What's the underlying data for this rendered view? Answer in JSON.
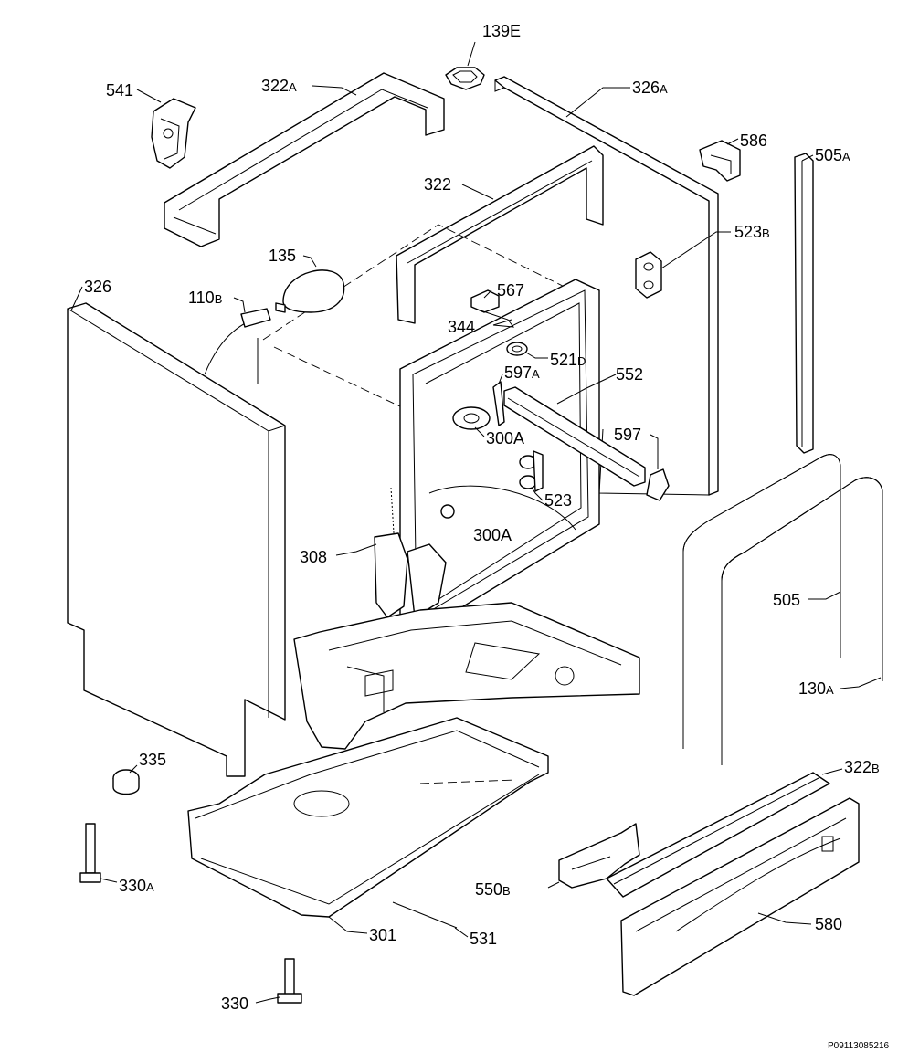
{
  "labels": {
    "p139E": "139E",
    "p541": "541",
    "p322A": "322",
    "p322A_suffix": "A",
    "p326A": "326",
    "p326A_suffix": "A",
    "p586": "586",
    "p505A": "505",
    "p505A_suffix": "A",
    "p322": "322",
    "p523B": "523",
    "p523B_suffix": "B",
    "p135": "135",
    "p326": "326",
    "p110B": "110",
    "p110B_suffix": "B",
    "p567": "567",
    "p344": "344",
    "p521D": "521",
    "p521D_suffix": "D",
    "p597A": "597",
    "p597A_suffix": "A",
    "p552": "552",
    "p300A_top": "300A",
    "p597": "597",
    "p523": "523",
    "p300A": "300A",
    "p308": "308",
    "p505": "505",
    "p130A": "130",
    "p130A_suffix": "A",
    "p335": "335",
    "p322B": "322",
    "p322B_suffix": "B",
    "p330A": "330",
    "p330A_suffix": "A",
    "p550B": "550",
    "p550B_suffix": "B",
    "p301": "301",
    "p531": "531",
    "p580": "580",
    "p330": "330"
  },
  "document_id": "P09113085216"
}
